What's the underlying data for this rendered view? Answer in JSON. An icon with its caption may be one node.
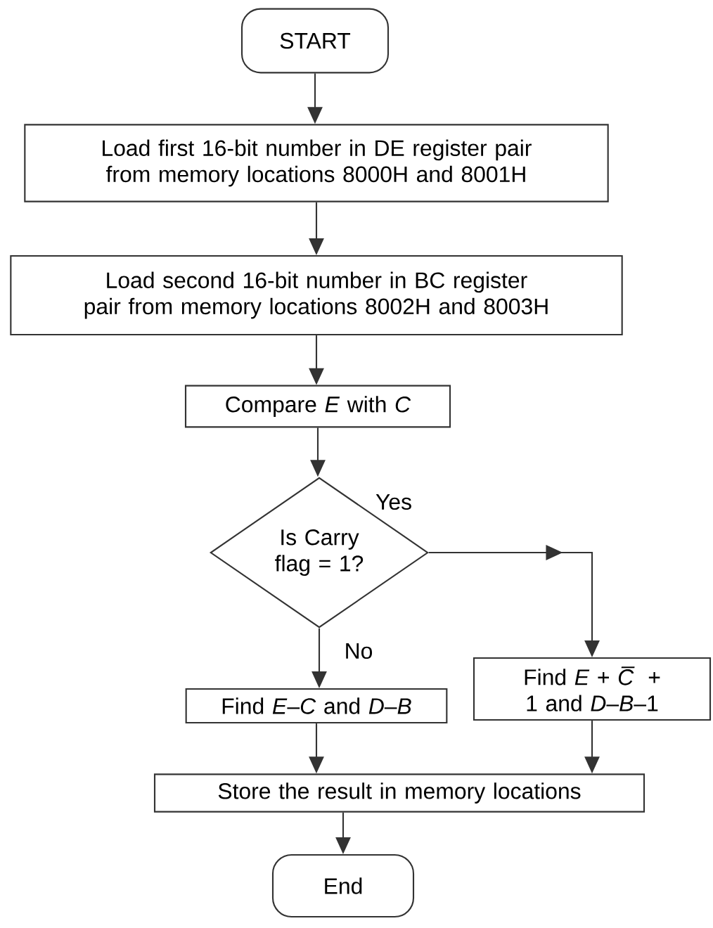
{
  "diagram": {
    "nodes": [
      {
        "text": [
          "START"
        ]
      },
      {
        "text": [
          "Load first 16-bit number in DE register pair from memory locations 8000H and 8001H"
        ]
      },
      {
        "text": [
          "Load second 16-bit number in BC register pair from memory locations 8002H and 8003H"
        ]
      },
      {
        "text": [
          "Compare *E* with *C*"
        ]
      },
      {
        "text": [
          "Is Carry flag = 1?"
        ]
      },
      {
        "text": [
          "Find *E*–*C* and *D*–*B*"
        ]
      },
      {
        "text": [
          "Find *E* + *C̅* + 1 and *D*–*B*–1"
        ]
      },
      {
        "text": [
          "Store the result in memory locations"
        ]
      },
      {
        "text": [
          "End"
        ]
      }
    ],
    "edges": [
      {
        "from": 0,
        "to": 1,
        "arrow": "to"
      },
      {
        "from": 1,
        "to": 2,
        "arrow": "to"
      },
      {
        "from": 2,
        "to": 3,
        "arrow": "to"
      },
      {
        "from": 3,
        "to": 4,
        "arrow": "to"
      },
      {
        "from": 4,
        "to": 5,
        "arrow": "to",
        "label": "No"
      },
      {
        "from": 4,
        "to": 6,
        "arrow": "to",
        "label": "Yes"
      },
      {
        "from": 5,
        "to": 7,
        "arrow": "to"
      },
      {
        "from": 6,
        "to": 7,
        "arrow": "to"
      },
      {
        "from": 7,
        "to": 8,
        "arrow": "to"
      }
    ]
  }
}
